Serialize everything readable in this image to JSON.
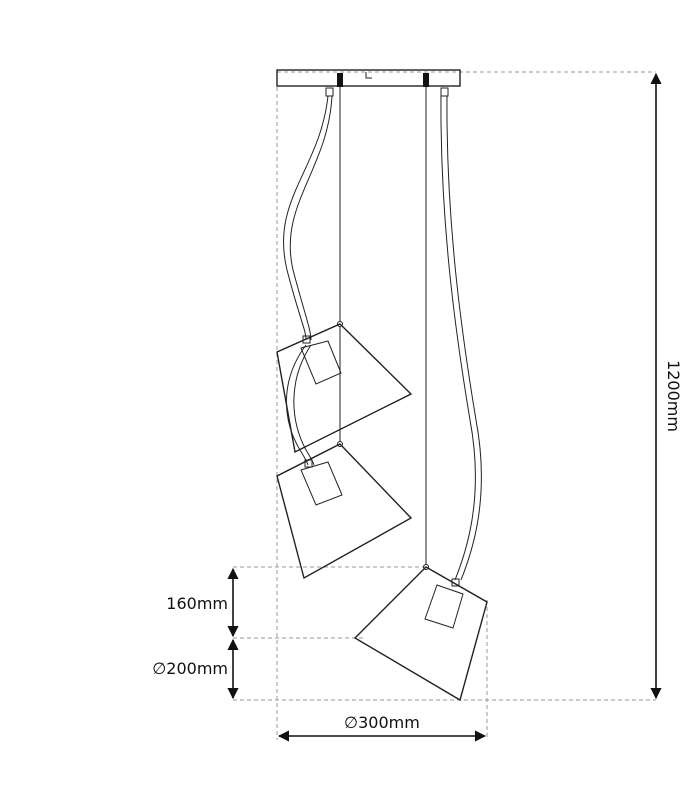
{
  "dimensions": {
    "height_label": "1200mm",
    "shade_height_label": "160mm",
    "shade_small_diameter_label": "∅200mm",
    "canopy_width_label": "∅300mm"
  },
  "colors": {
    "line": "#222222",
    "dimension": "#999999",
    "text": "#111111"
  }
}
